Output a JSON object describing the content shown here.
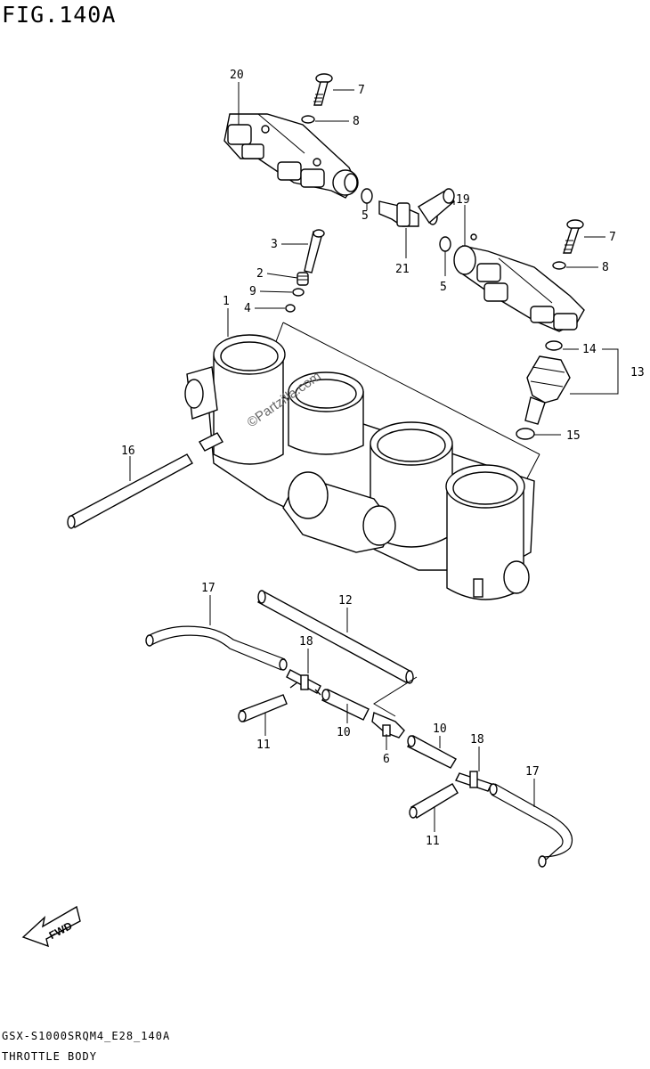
{
  "figure_title": "FIG.140A",
  "footer": {
    "model_code": "GSX-S1000SRQM4_E28_140A",
    "section_name": "THROTTLE BODY"
  },
  "watermark": "©Partzilla.com",
  "fwd_label": "FWD",
  "callouts": {
    "c20": "20",
    "c7a": "7",
    "c8a": "8",
    "c5a": "5",
    "c19": "19",
    "c21": "21",
    "c5b": "5",
    "c7b": "7",
    "c8b": "8",
    "c3": "3",
    "c2": "2",
    "c9": "9",
    "c4": "4",
    "c1": "1",
    "c14": "14",
    "c13": "13",
    "c15": "15",
    "c16": "16",
    "c17a": "17",
    "c12": "12",
    "c18a": "18",
    "c11a": "11",
    "c10a": "10",
    "c6": "6",
    "c10b": "10",
    "c18b": "18",
    "c17b": "17",
    "c11b": "11"
  }
}
